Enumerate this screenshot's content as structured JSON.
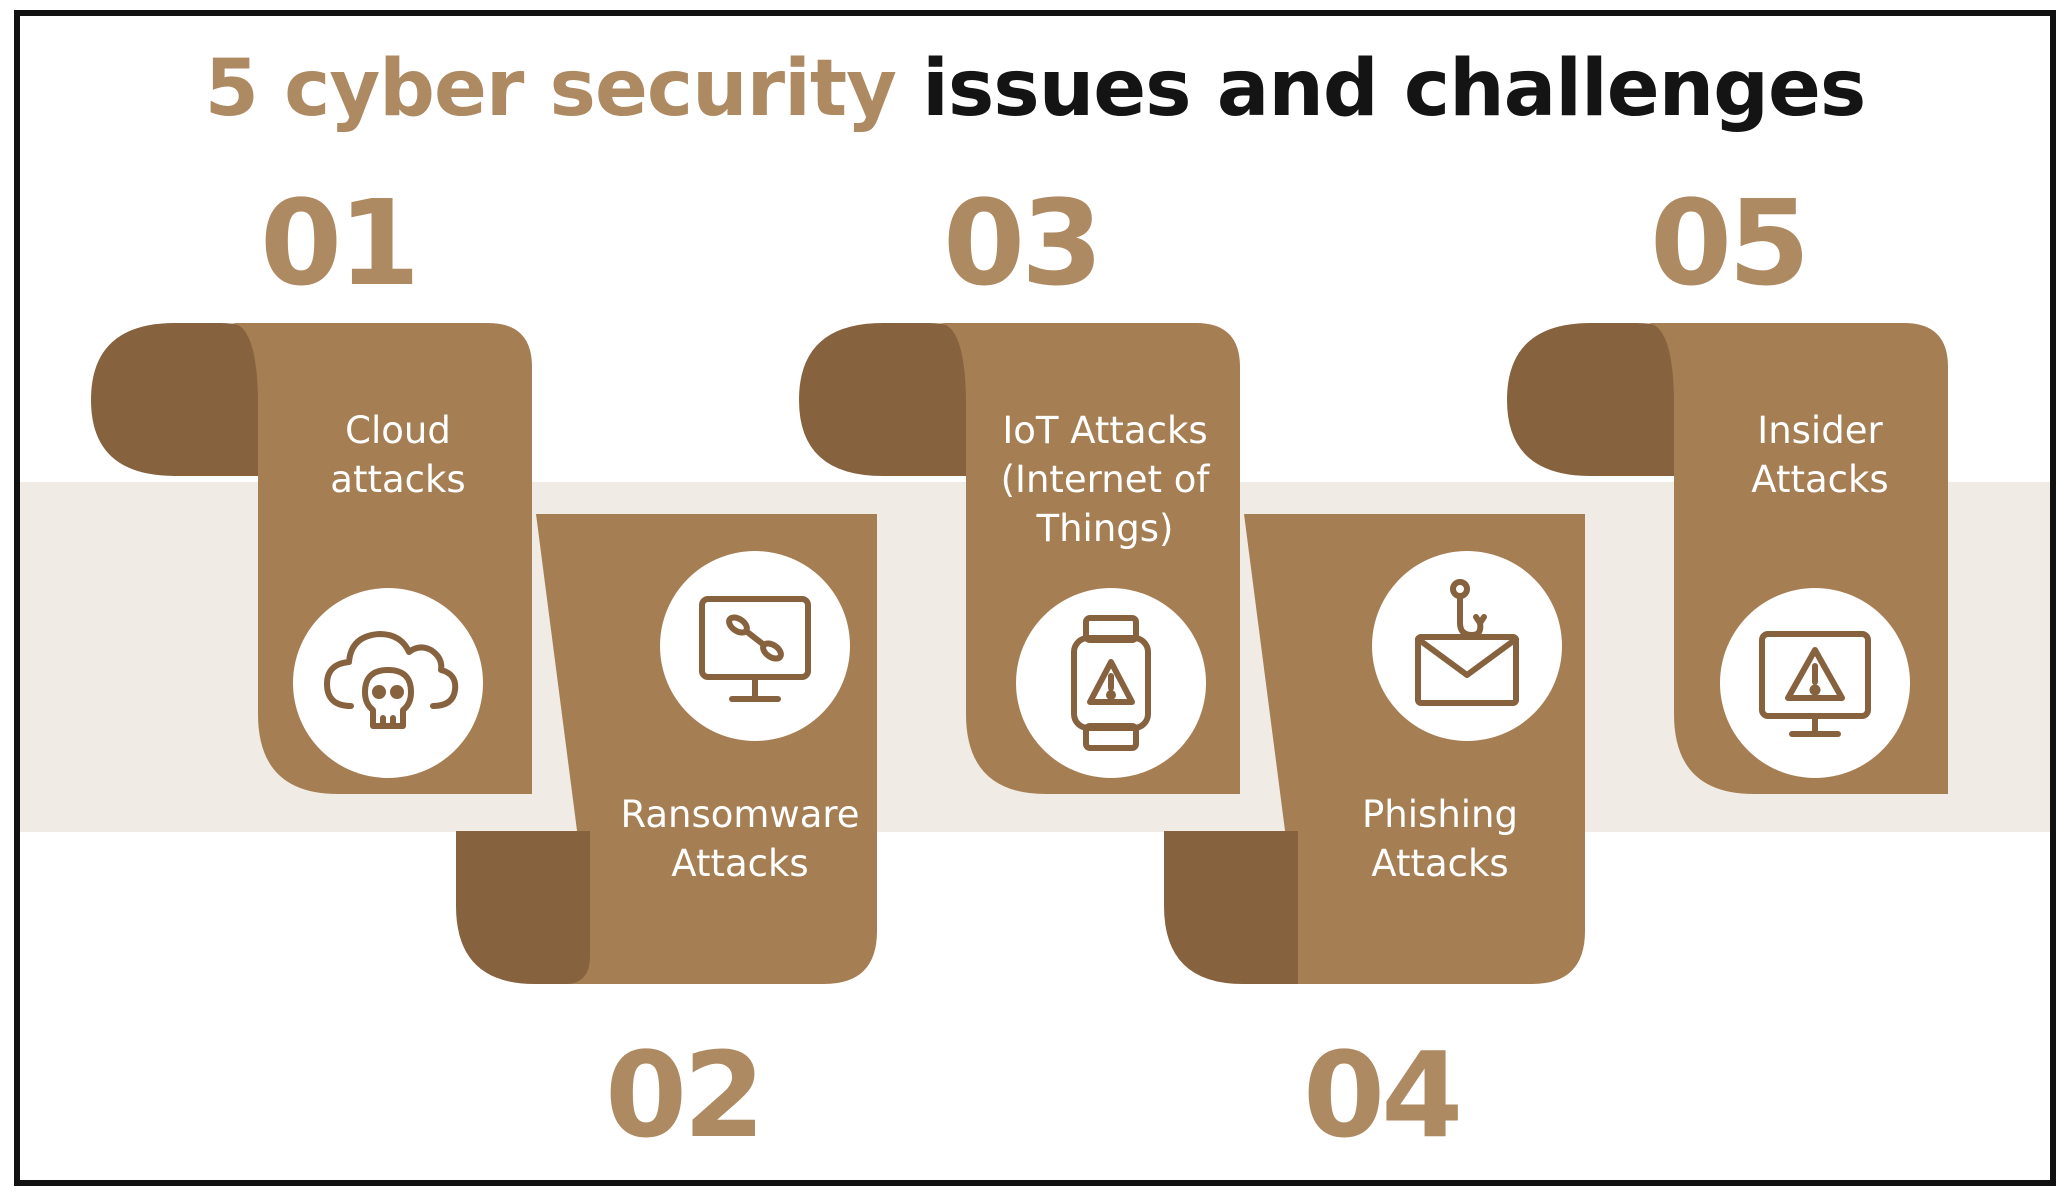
{
  "title": {
    "accent_part": "5 cyber security",
    "dark_part": "issues and challenges"
  },
  "colors": {
    "accent": "#ad8a62",
    "card": "#a57e53",
    "fold": "#86623f",
    "band": "#f0ebe5",
    "title_dark": "#141414"
  },
  "items": [
    {
      "number": "01",
      "label": "Cloud\nattacks",
      "icon": "cloud-skull-icon"
    },
    {
      "number": "02",
      "label": "Ransomware\nAttacks",
      "icon": "monitor-chain-icon"
    },
    {
      "number": "03",
      "label": "IoT Attacks\n(Internet of\nThings)",
      "icon": "smartwatch-warning-icon"
    },
    {
      "number": "04",
      "label": "Phishing\nAttacks",
      "icon": "envelope-hook-icon"
    },
    {
      "number": "05",
      "label": "Insider\nAttacks",
      "icon": "monitor-warning-icon"
    }
  ]
}
